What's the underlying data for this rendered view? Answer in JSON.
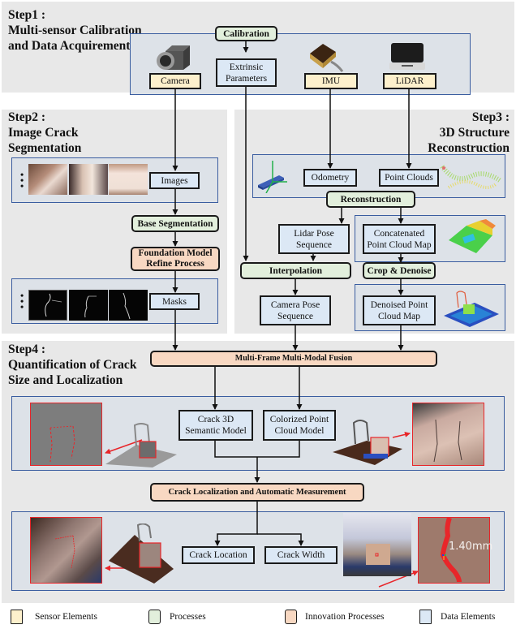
{
  "steps": {
    "step1": {
      "title_line1": "Step1 :",
      "title_line2": "Multi-sensor Calibration",
      "title_line3": "and Data Acquirement"
    },
    "step2": {
      "title_line1": "Step2 :",
      "title_line2": "Image Crack",
      "title_line3": "Segmentation"
    },
    "step3": {
      "title_line1": "Step3 :",
      "title_line2": "3D Structure",
      "title_line3": "Reconstruction"
    },
    "step4": {
      "title_line1": "Step4 :",
      "title_line2": "Quantification of Crack",
      "title_line3": "Size and Localization"
    }
  },
  "nodes": {
    "calibration": "Calibration",
    "extrinsic_line1": "Extrinsic",
    "extrinsic_line2": "Parameters",
    "camera": "Camera",
    "imu": "IMU",
    "lidar": "LiDAR",
    "images": "Images",
    "base_segmentation": "Base Segmentation",
    "foundation_line1": "Foundation Model",
    "foundation_line2": "Refine Process",
    "masks": "Masks",
    "odometry": "Odometry",
    "point_clouds": "Point Clouds",
    "reconstruction": "Reconstruction",
    "lidar_pose_line1": "Lidar Pose",
    "lidar_pose_line2": "Sequence",
    "concat_line1": "Concatenated",
    "concat_line2": "Point Cloud Map",
    "interpolation": "Interpolation",
    "crop_denoise": "Crop & Denoise",
    "camera_pose_line1": "Camera Pose",
    "camera_pose_line2": "Sequence",
    "denoised_line1": "Denoised Point",
    "denoised_line2": "Cloud Map",
    "fusion": "Multi-Frame Multi-Modal Fusion",
    "crack3d_line1": "Crack 3D",
    "crack3d_line2": "Semantic Model",
    "colorized_line1": "Colorized Point",
    "colorized_line2": "Cloud Model",
    "crack_loc_measure": "Crack Localization and Automatic Measurement",
    "crack_location": "Crack Location",
    "crack_width": "Crack Width"
  },
  "annotations": {
    "width_measure": "1.40mm",
    "ellipsis": "⋮"
  },
  "legend": [
    {
      "label": "Sensor Elements",
      "color": "#fdf0cc"
    },
    {
      "label": "Processes",
      "color": "#e2efdc"
    },
    {
      "label": "Innovation Processes",
      "color": "#f8d8c2"
    },
    {
      "label": "Data Elements",
      "color": "#dce8f5"
    }
  ],
  "colors": {
    "panel": "#e8e8e8",
    "group_border": "#3a5da0",
    "group_fill": "#dde2e8",
    "highlight_red": "#e8262a"
  }
}
